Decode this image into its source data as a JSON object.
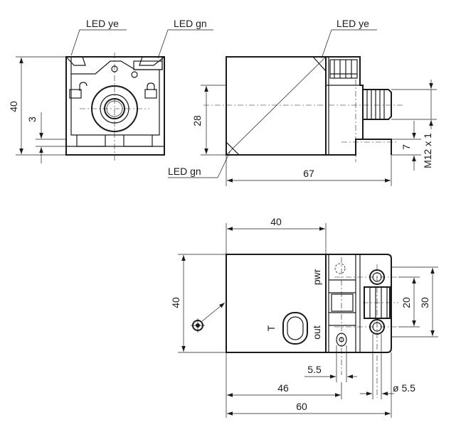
{
  "labels": {
    "led_ye_front": "LED ye",
    "led_gn_front": "LED gn",
    "led_ye_side": "LED ye",
    "led_gn_side": "LED gn",
    "pwr": "pwr",
    "out": "out",
    "t_mark": "T"
  },
  "dimensions": {
    "front_height": "40",
    "front_offset": "3",
    "side_height": "28",
    "side_length": "67",
    "side_connector_offset": "7",
    "side_thread": "M12 x 1",
    "top_width": "40",
    "top_height": "40",
    "top_hole_spacing": "20",
    "top_hole_span": "30",
    "top_slot": "5.5",
    "top_hole_pos": "46",
    "top_length": "60",
    "top_hole_dia": "ø 5.5"
  }
}
